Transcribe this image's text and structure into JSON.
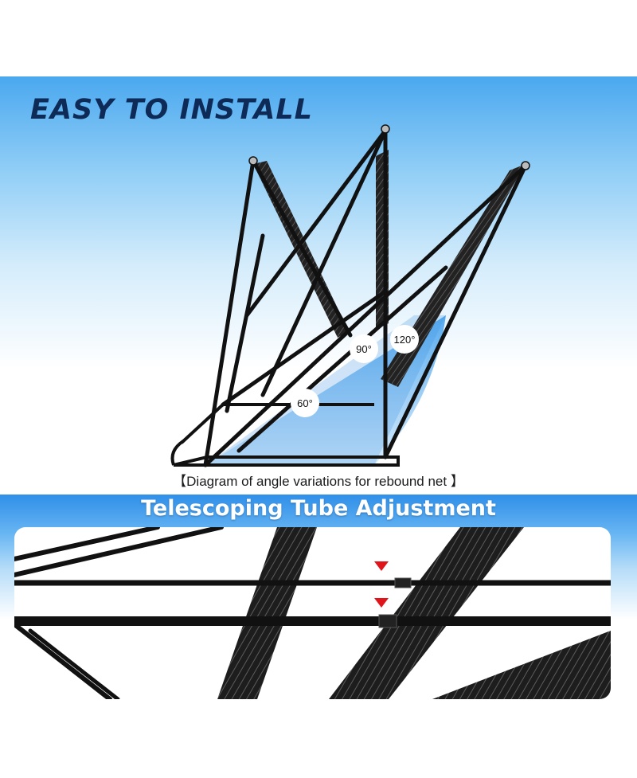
{
  "hero": {
    "title": "EASY TO INSTALL",
    "caption": "【Diagram of angle variations for rebound net 】"
  },
  "angles": [
    {
      "label": "60°"
    },
    {
      "label": "90°"
    },
    {
      "label": "120°"
    }
  ],
  "detail": {
    "title": "Telescoping Tube Adjustment"
  },
  "colors": {
    "title_navy": "#0e2a56",
    "band_blue": "#2f8fe8",
    "marker_red": "#e0141b",
    "frame_black": "#111111"
  }
}
